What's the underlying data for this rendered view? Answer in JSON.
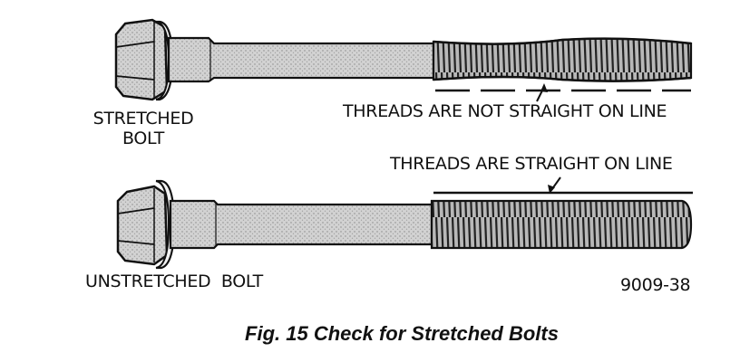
{
  "labels": {
    "stretched_line1": "STRETCHED",
    "stretched_line2": "BOLT",
    "not_straight": "THREADS ARE NOT STRAIGHT ON LINE",
    "straight": "THREADS ARE STRAIGHT ON LINE",
    "unstretched": "UNSTRETCHED  BOLT",
    "figure_code": "9009-38"
  },
  "caption": "Fig. 15 Check for Stretched Bolts",
  "colors": {
    "ink": "#111111",
    "shank": "#cfcfcf",
    "background": "#ffffff"
  }
}
